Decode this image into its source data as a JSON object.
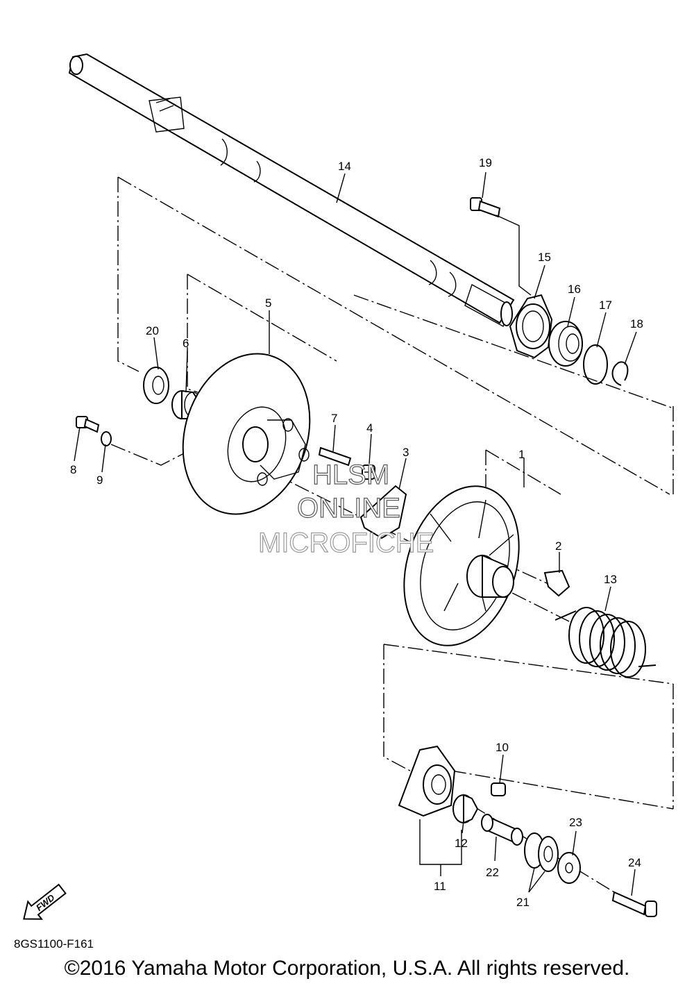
{
  "diagram": {
    "code": "8GS1100-F161",
    "copyright": "©2016 Yamaha Motor Corporation, U.S.A. All rights reserved.",
    "fwd_label": "FWD",
    "watermark": [
      "HLSM",
      "ONLINE",
      "MICROFICHE"
    ],
    "callouts": {
      "c1": "1",
      "c2": "2",
      "c3": "3",
      "c4": "4",
      "c5": "5",
      "c6": "6",
      "c7": "7",
      "c8": "8",
      "c9": "9",
      "c10": "10",
      "c11": "11",
      "c12": "12",
      "c13": "13",
      "c14": "14",
      "c15": "15",
      "c16": "16",
      "c17": "17",
      "c18": "18",
      "c19": "19",
      "c20": "20",
      "c21": "21",
      "c22": "22",
      "c23": "23",
      "c24": "24"
    }
  }
}
